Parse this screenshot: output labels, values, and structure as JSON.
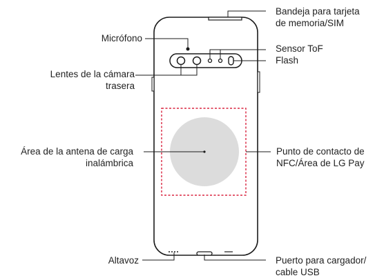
{
  "labels": {
    "tray": [
      "Bandeja para tarjeta",
      "de memoria/SIM"
    ],
    "microphone": "Micrófono",
    "tof_sensor": "Sensor ToF",
    "flash": "Flash",
    "rear_lenses": [
      "Lentes de la cámara",
      "trasera"
    ],
    "wireless_antenna": [
      "Área de la antena de carga",
      "inalámbrica"
    ],
    "nfc_area": [
      "Punto de contacto de",
      "NFC/Área de LG Pay"
    ],
    "speaker": "Altavoz",
    "charger_port": [
      "Puerto para cargador/",
      "cable USB"
    ]
  },
  "colors": {
    "outline": "#1a1a1a",
    "callout": "#1a1a1a",
    "nfc_dash": "#d9233f",
    "charging_coil": "#dcdcdc"
  }
}
